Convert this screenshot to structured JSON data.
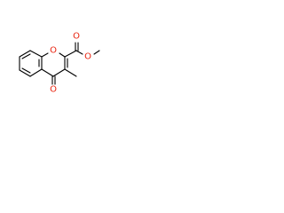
{
  "molecule": {
    "atom_labels": {
      "ring_oxygen": "O",
      "ester_carbonyl_oxygen": "O",
      "ester_ether_oxygen": "O",
      "ketone_oxygen": "O"
    },
    "colors": {
      "bond": "#000000",
      "heteroatom": "#e8230f",
      "background": "#ffffff"
    }
  }
}
